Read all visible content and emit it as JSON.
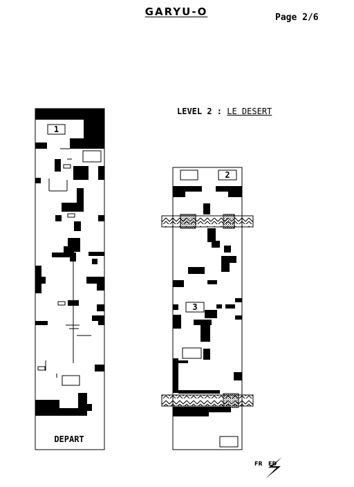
{
  "header": {
    "title": "GARYU-O",
    "page": "Page 2/6"
  },
  "level": {
    "prefix": "LEVEL 2 : ",
    "name": "LE DESERT"
  },
  "map_left": {
    "marker": "1",
    "start_label": "DEPART"
  },
  "map_right": {
    "marker_top": "2",
    "marker_mid": "3"
  },
  "signature": "FR   ED",
  "colors": {
    "ink": "#000000",
    "paper": "#ffffff"
  }
}
